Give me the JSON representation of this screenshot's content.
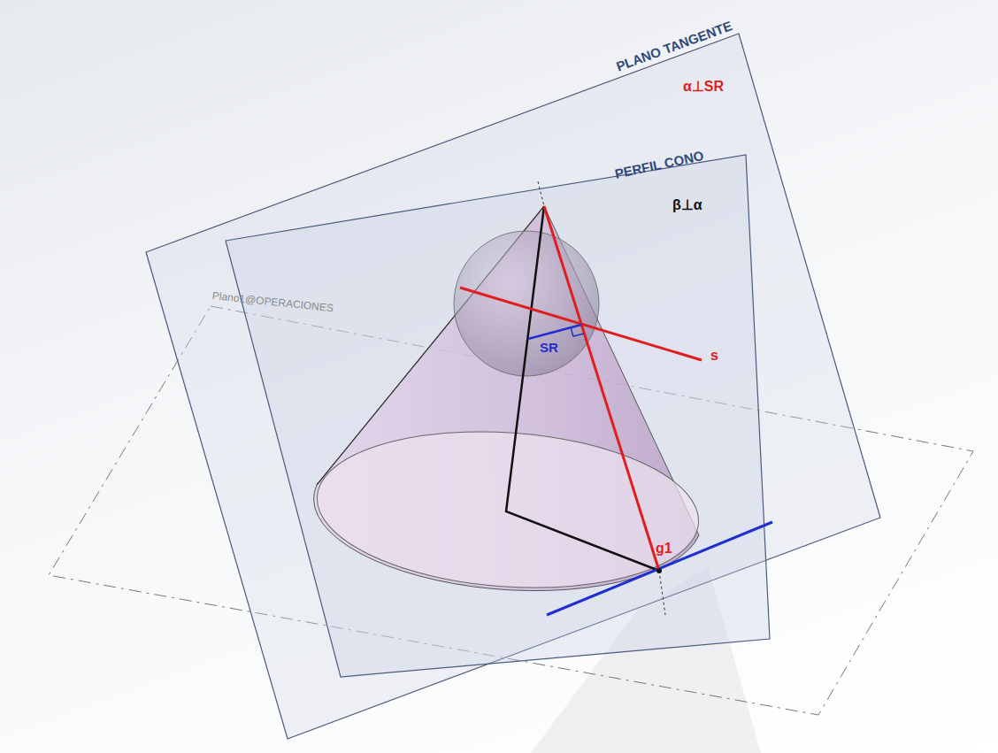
{
  "diagram": {
    "labels": [
      "PLANO TANGENTE",
      "α⊥SR",
      "PERFIL CONO",
      "β⊥α",
      "Plano1@OPERACIONES",
      "s",
      "SR",
      "g1"
    ]
  }
}
